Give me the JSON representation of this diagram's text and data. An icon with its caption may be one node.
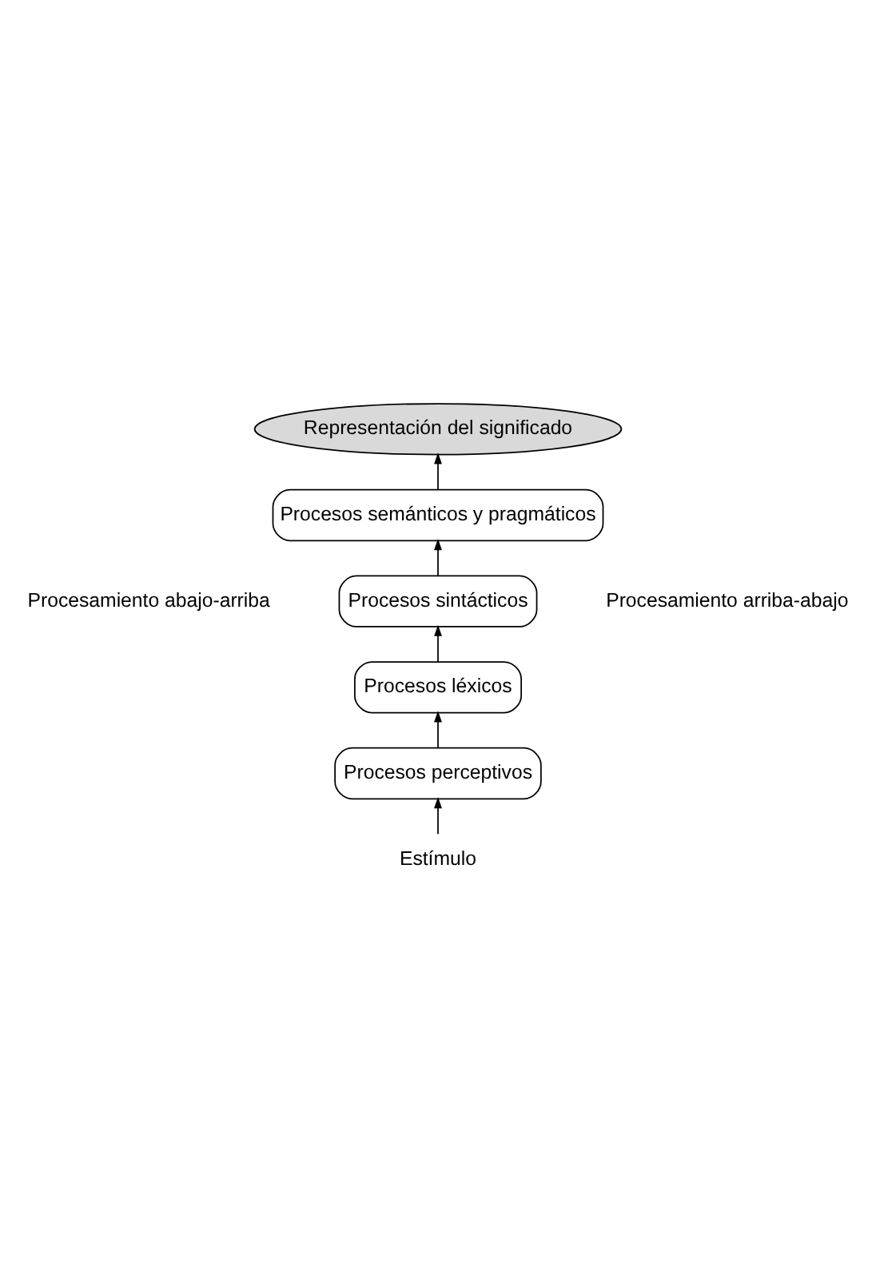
{
  "diagram": {
    "nodes": [
      {
        "text": [
          "Representación del significado"
        ]
      },
      {
        "text": [
          "Procesos semánticos y pragmáticos"
        ]
      },
      {
        "text": [
          "Procesos sintácticos"
        ]
      },
      {
        "text": [
          "Procesos léxicos"
        ]
      },
      {
        "text": [
          "Procesos perceptivos"
        ]
      },
      {
        "text": [
          "Estímulo"
        ]
      }
    ],
    "edges": [
      {
        "from": 5,
        "to": 4,
        "arrow": "to"
      },
      {
        "from": 4,
        "to": 3,
        "arrow": "to"
      },
      {
        "from": 3,
        "to": 2,
        "arrow": "to"
      },
      {
        "from": 2,
        "to": 1,
        "arrow": "to"
      },
      {
        "from": 1,
        "to": 0,
        "arrow": "to"
      }
    ],
    "labels": [
      "Procesamiento abajo-arriba",
      "Procesamiento arriba-abajo"
    ]
  }
}
